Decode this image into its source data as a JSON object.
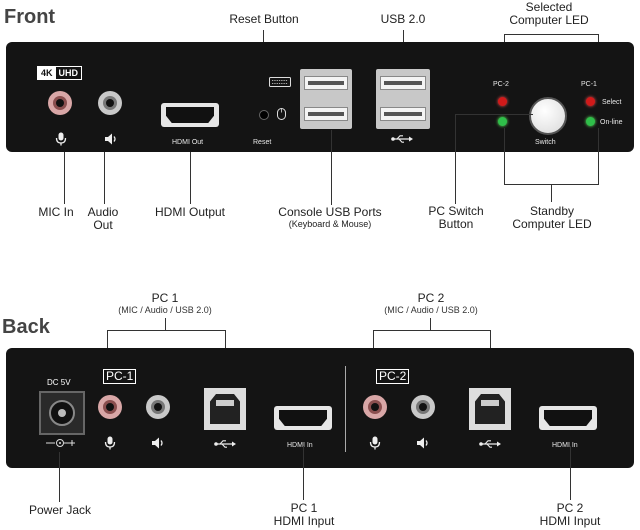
{
  "front": {
    "section_title": "Front",
    "panel": {
      "badge_4k": "4K",
      "badge_uhd": "UHD",
      "hdmi_out": "HDMI Out",
      "reset": "Reset",
      "switch": "Switch",
      "pc2": "PC-2",
      "pc1": "PC-1",
      "select": "Select",
      "online": "On-line"
    },
    "callouts": {
      "reset_button": "Reset Button",
      "usb_20": "USB 2.0",
      "selected_led_1": "Selected",
      "selected_led_2": "Computer LED",
      "mic_in": "MIC In",
      "audio_out_1": "Audio",
      "audio_out_2": "Out",
      "hdmi_output": "HDMI Output",
      "console_usb": "Console USB Ports",
      "console_usb_sub": "(Keyboard & Mouse)",
      "pc_switch_1": "PC Switch",
      "pc_switch_2": "Button",
      "standby_1": "Standby",
      "standby_2": "Computer LED"
    },
    "colors": {
      "led_red": "#d11a1a",
      "led_green": "#2fbf4a"
    }
  },
  "back": {
    "section_title": "Back",
    "panel": {
      "dc": "DC 5V",
      "pc1": "PC-1",
      "pc2": "PC-2",
      "hdmi_in_1": "HDMI In",
      "hdmi_in_2": "HDMI In"
    },
    "callouts": {
      "pc1_title": "PC 1",
      "pc1_sub": "(MIC / Audio / USB 2.0)",
      "pc2_title": "PC 2",
      "pc2_sub": "(MIC / Audio / USB 2.0)",
      "power_jack": "Power Jack",
      "pc1_hdmi_1": "PC 1",
      "pc1_hdmi_2": "HDMI Input",
      "pc2_hdmi_1": "PC 2",
      "pc2_hdmi_2": "HDMI Input"
    }
  }
}
